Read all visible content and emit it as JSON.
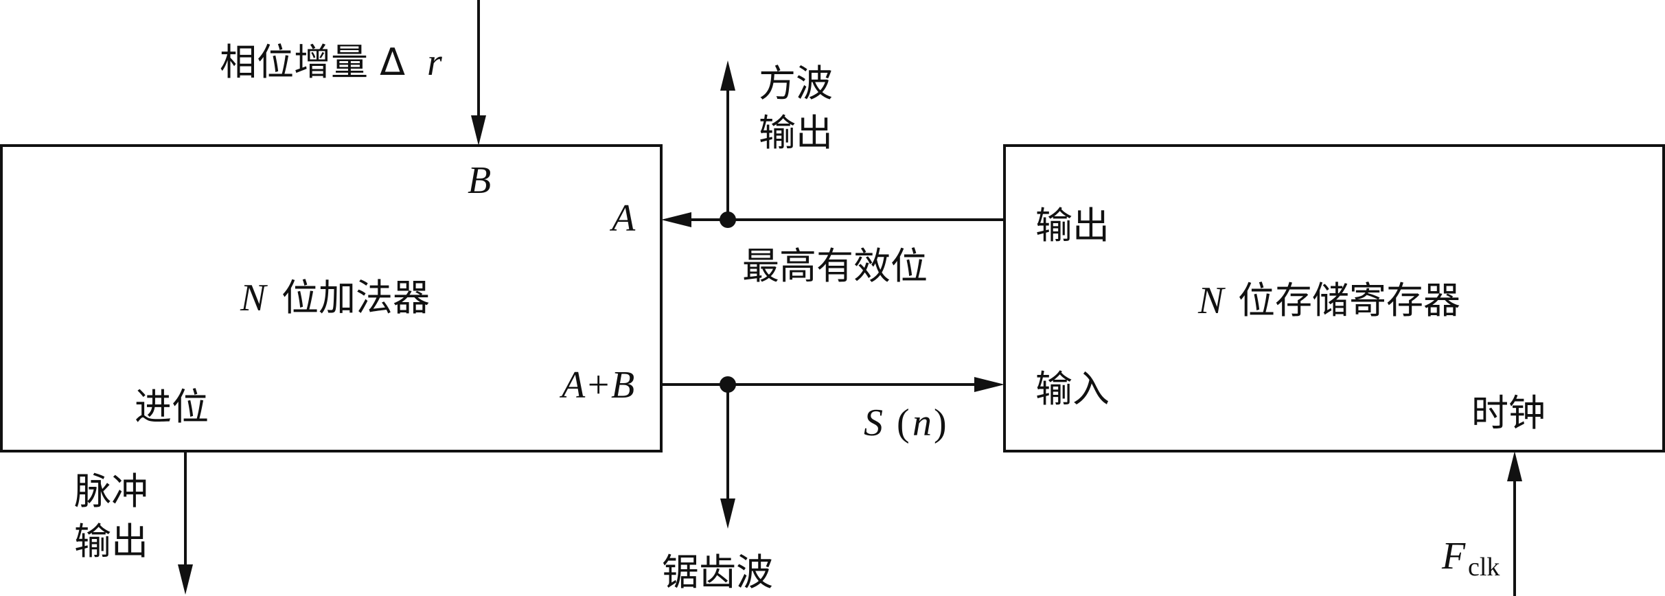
{
  "adder": {
    "title_var": "N",
    "title_text": "位加法器",
    "port_b": "B",
    "port_a": "A",
    "port_sum": "A+B",
    "carry": "进位"
  },
  "register": {
    "title_var": "N",
    "title_text": "位存储寄存器",
    "port_out": "输出",
    "port_in": "输入",
    "port_clock": "时钟"
  },
  "signals": {
    "phase_increment_text": "相位增量 Δ",
    "phase_increment_var": "r",
    "square_wave_line1": "方波",
    "square_wave_line2": "输出",
    "msb": "最高有效位",
    "pulse_line1": "脉冲",
    "pulse_line2": "输出",
    "sawtooth": "锯齿波",
    "sum_var": "S",
    "sum_open": "(",
    "sum_arg": "n",
    "sum_close": ")",
    "clock_var": "F",
    "clock_sub": "clk"
  }
}
